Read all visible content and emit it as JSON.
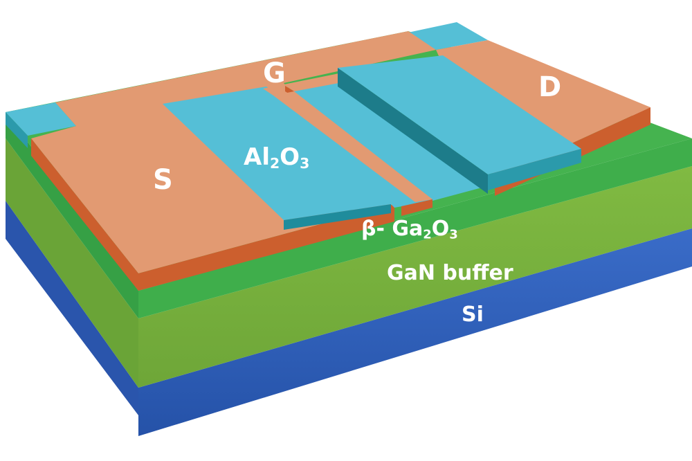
{
  "labels": {
    "source": "S",
    "gate": "G",
    "drain": "D",
    "dielectric": {
      "main": "Al",
      "sub1": "2",
      "mid": "O",
      "sub2": "3"
    },
    "channel": {
      "main": "β- Ga",
      "sub1": "2",
      "mid": "O",
      "sub2": "3"
    },
    "buffer": "GaN buffer",
    "substrate": "Si"
  },
  "colors": {
    "silicon": "#2f5db8",
    "gan": "#79b33d",
    "ga2o3": "#3daa4a",
    "metal_top": "#e29a72",
    "metal_side": "#cc5f2e",
    "oxide_top": "#55bfd6",
    "oxide_side": "#1f8c9c",
    "label": "#ffffff"
  }
}
